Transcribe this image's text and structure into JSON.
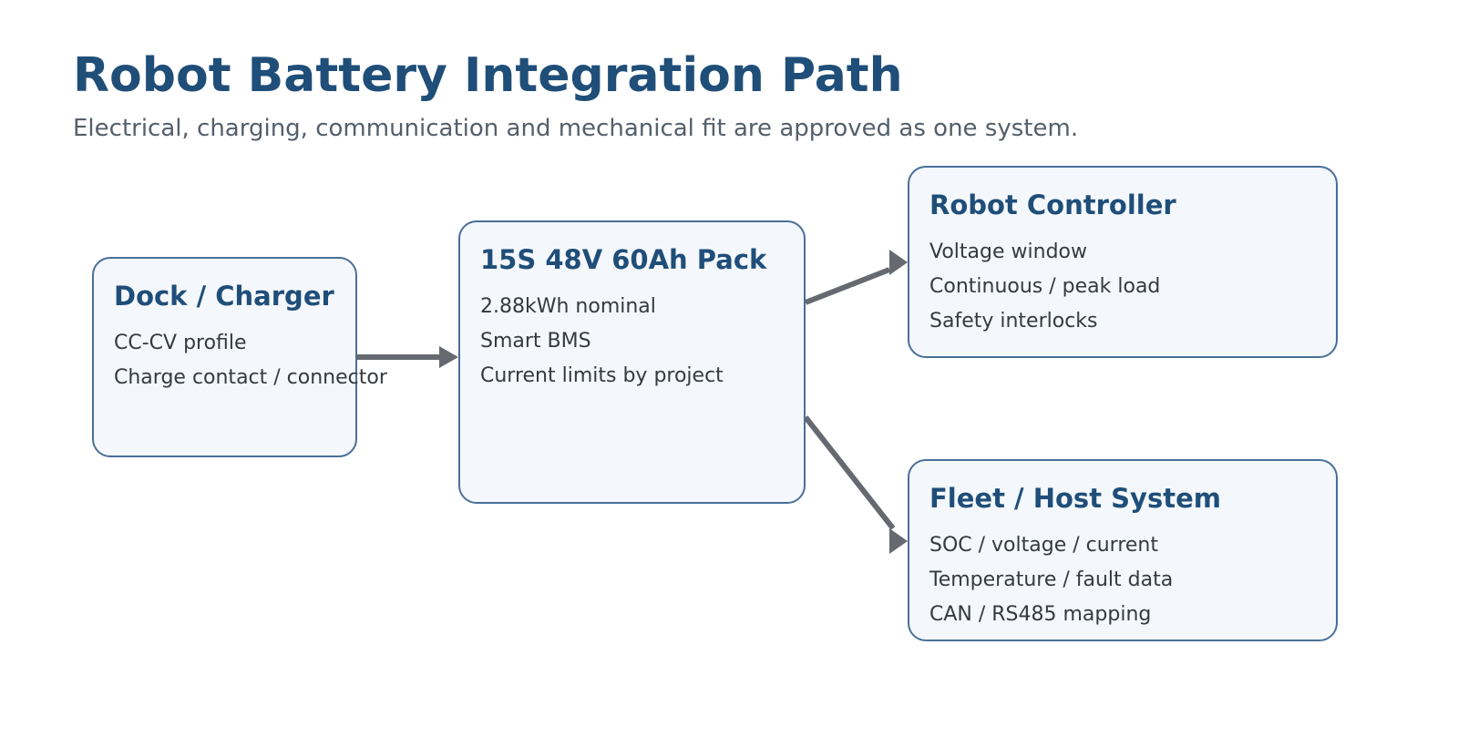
{
  "header": {
    "title": "Robot Battery Integration Path",
    "subtitle": "Electrical, charging, communication and mechanical fit are approved as one system."
  },
  "nodes": {
    "dock": {
      "title": "Dock / Charger",
      "lines": [
        "CC-CV profile",
        "Charge contact / connector"
      ]
    },
    "pack": {
      "title": "15S 48V 60Ah Pack",
      "lines": [
        "2.88kWh nominal",
        "Smart BMS",
        "Current limits by project"
      ]
    },
    "controller": {
      "title": "Robot Controller",
      "lines": [
        "Voltage window",
        "Continuous / peak load",
        "Safety interlocks"
      ]
    },
    "fleet": {
      "title": "Fleet / Host System",
      "lines": [
        "SOC / voltage / current",
        "Temperature / fault data",
        "CAN / RS485 mapping"
      ]
    }
  },
  "colors": {
    "title": "#1f4e79",
    "subtitle": "#555f6b",
    "node_fill": "#f4f8fc",
    "node_border": "#4a6f98",
    "arrow": "#666a70"
  }
}
